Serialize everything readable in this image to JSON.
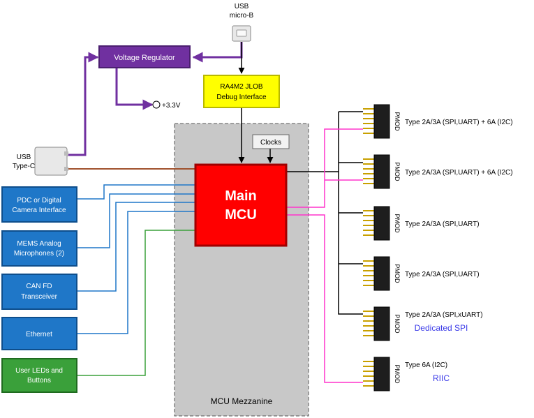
{
  "usb_micro": {
    "line1": "USB",
    "line2": "micro-B"
  },
  "usb_typec": {
    "line1": "USB",
    "line2": "Type-C"
  },
  "voltage_regulator": {
    "label": "Voltage Regulator"
  },
  "rail": {
    "label": "+3.3V"
  },
  "debug": {
    "line1": "RA4M2 JLOB",
    "line2": "Debug Interface"
  },
  "clocks": {
    "label": "Clocks"
  },
  "mcu": {
    "line1": "Main",
    "line2": "MCU"
  },
  "mezzanine": {
    "label": "MCU Mezzanine"
  },
  "peripherals": [
    {
      "line1": "PDC or Digital",
      "line2": "Camera Interface"
    },
    {
      "line1": "MEMS Analog",
      "line2": "Microphones (2)"
    },
    {
      "line1": "CAN FD",
      "line2": "Transceiver"
    },
    {
      "line1": "Ethernet",
      "line2": ""
    },
    {
      "line1": "User LEDs and",
      "line2": "Buttons"
    }
  ],
  "pmod_label": "PMOD",
  "pmods": [
    {
      "type": "Type 2A/3A (SPI,UART) + 6A (I2C)",
      "note": ""
    },
    {
      "type": "Type 2A/3A (SPI,UART) + 6A (I2C)",
      "note": ""
    },
    {
      "type": "Type 2A/3A (SPI,UART)",
      "note": ""
    },
    {
      "type": "Type 2A/3A (SPI,UART)",
      "note": ""
    },
    {
      "type": "Type 2A/3A (SPI,xUART)",
      "note": "Dedicated SPI"
    },
    {
      "type": "Type 6A (I2C)",
      "note": "RIIC"
    }
  ],
  "colors": {
    "purple": "#7030A0",
    "red": "#FF0000",
    "yellow": "#FFFF00",
    "blue_box": "#1F77C8",
    "green_box": "#3AA03A",
    "pink": "#FF33CC",
    "brown": "#A0522D",
    "mezzanine": "#C8C8C8",
    "note_blue": "#3A3AE8"
  }
}
